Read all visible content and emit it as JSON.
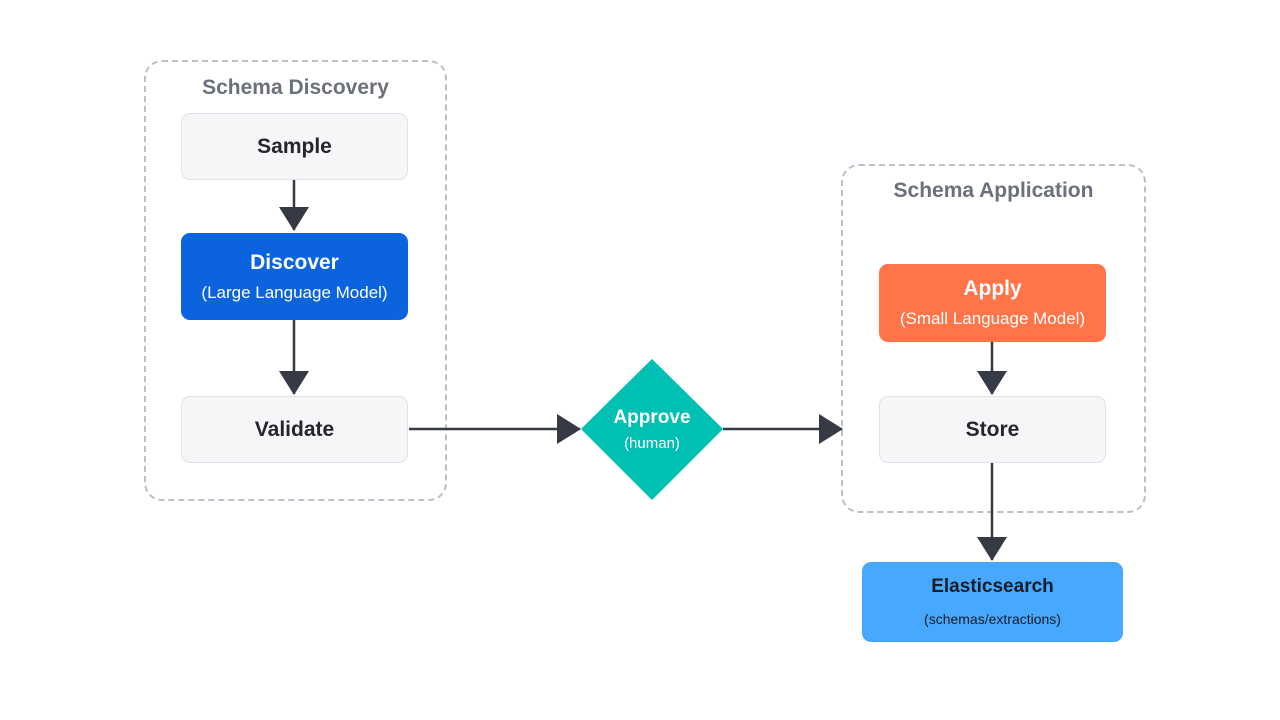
{
  "groups": {
    "discovery": {
      "title": "Schema Discovery"
    },
    "application": {
      "title": "Schema Application"
    }
  },
  "nodes": {
    "sample": {
      "title": "Sample"
    },
    "discover": {
      "title": "Discover",
      "subtitle": "(Large Language Model)"
    },
    "validate": {
      "title": "Validate"
    },
    "approve": {
      "title": "Approve",
      "subtitle": "(human)"
    },
    "apply": {
      "title": "Apply",
      "subtitle": "(Small Language Model)"
    },
    "store": {
      "title": "Store"
    },
    "elasticsearch": {
      "title": "Elasticsearch",
      "subtitle": "(schemas/extractions)"
    }
  },
  "colors": {
    "discover": "#0b64dd",
    "approve": "#00bfb3",
    "apply": "#ff7549",
    "elasticsearch": "#46a8ff",
    "arrow": "#363a45",
    "group_border": "#b9bfcb"
  }
}
